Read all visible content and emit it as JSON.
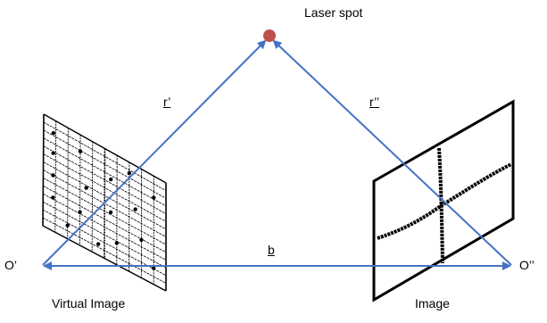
{
  "labels": {
    "laser_spot": "Laser spot",
    "r_prime": "r’",
    "r_double_prime": "r’’",
    "baseline": "b",
    "o_prime": "O’",
    "o_double_prime": "O’’",
    "virtual_image": "Virtual Image",
    "image": "Image"
  },
  "colors": {
    "arrow": "#4472c4",
    "laser_spot": "#c0504d",
    "grid_ink": "#000000"
  }
}
